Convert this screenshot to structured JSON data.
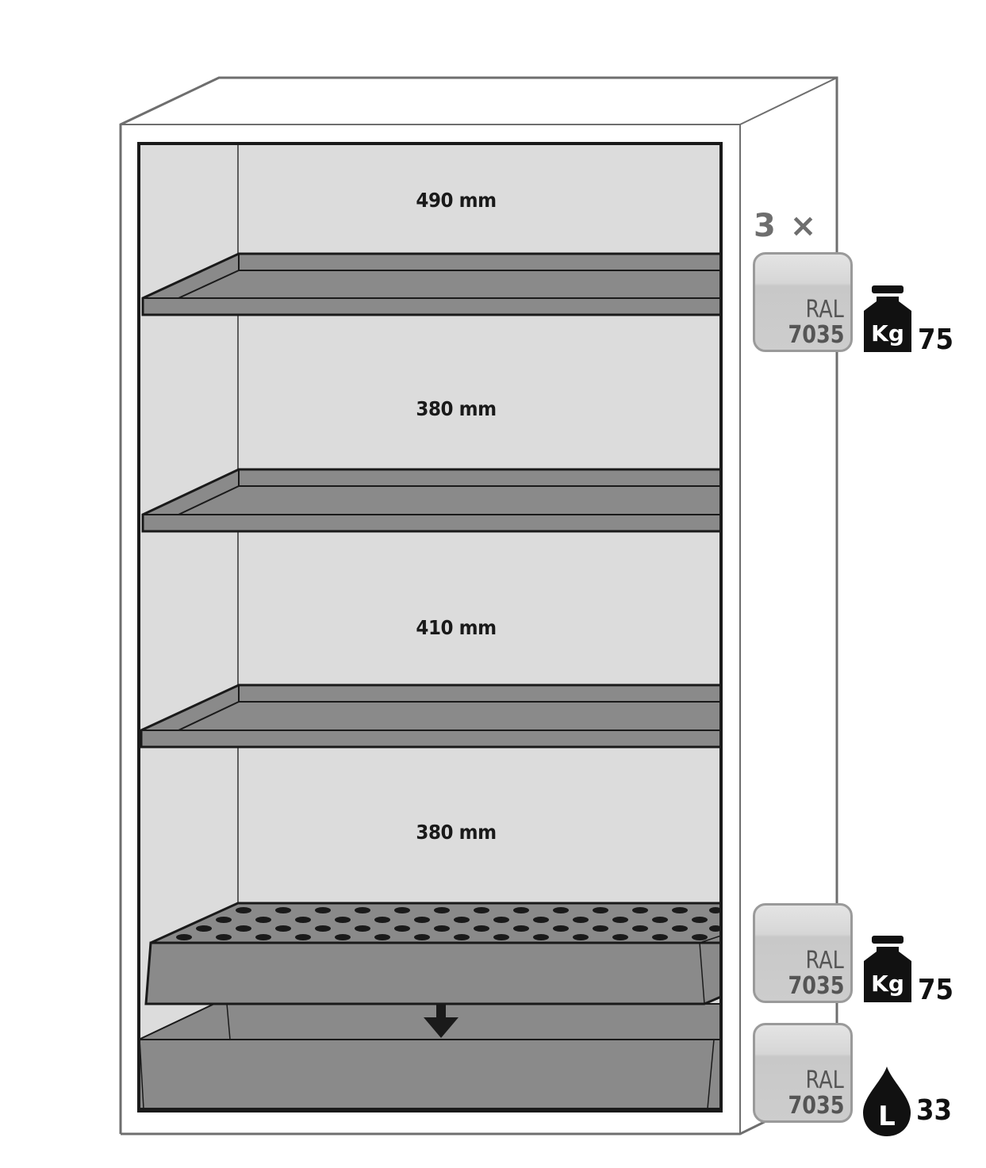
{
  "diagram": {
    "subject": "Cabinet interior with shelves and sump",
    "compartments": [
      {
        "height_label": "490 mm"
      },
      {
        "height_label": "380 mm"
      },
      {
        "height_label": "410 mm"
      },
      {
        "height_label": "380 mm"
      }
    ],
    "colors": {
      "interior": "#dcdcdc",
      "shelf": "#8a8a8a",
      "outline": "#1a1a1a",
      "cabinet_edge": "#6e6e6e"
    }
  },
  "legend": {
    "shelves": {
      "quantity": "3 ×",
      "ral_label": "RAL",
      "ral_code": "7035",
      "load_icon": "weight-kg-icon",
      "load_icon_text": "Kg",
      "load_value": "75"
    },
    "perforated_insert": {
      "ral_label": "RAL",
      "ral_code": "7035",
      "load_icon": "weight-kg-icon",
      "load_icon_text": "Kg",
      "load_value": "75"
    },
    "sump": {
      "ral_label": "RAL",
      "ral_code": "7035",
      "volume_icon": "liquid-drop-icon",
      "volume_icon_text": "L",
      "volume_value": "33"
    }
  }
}
